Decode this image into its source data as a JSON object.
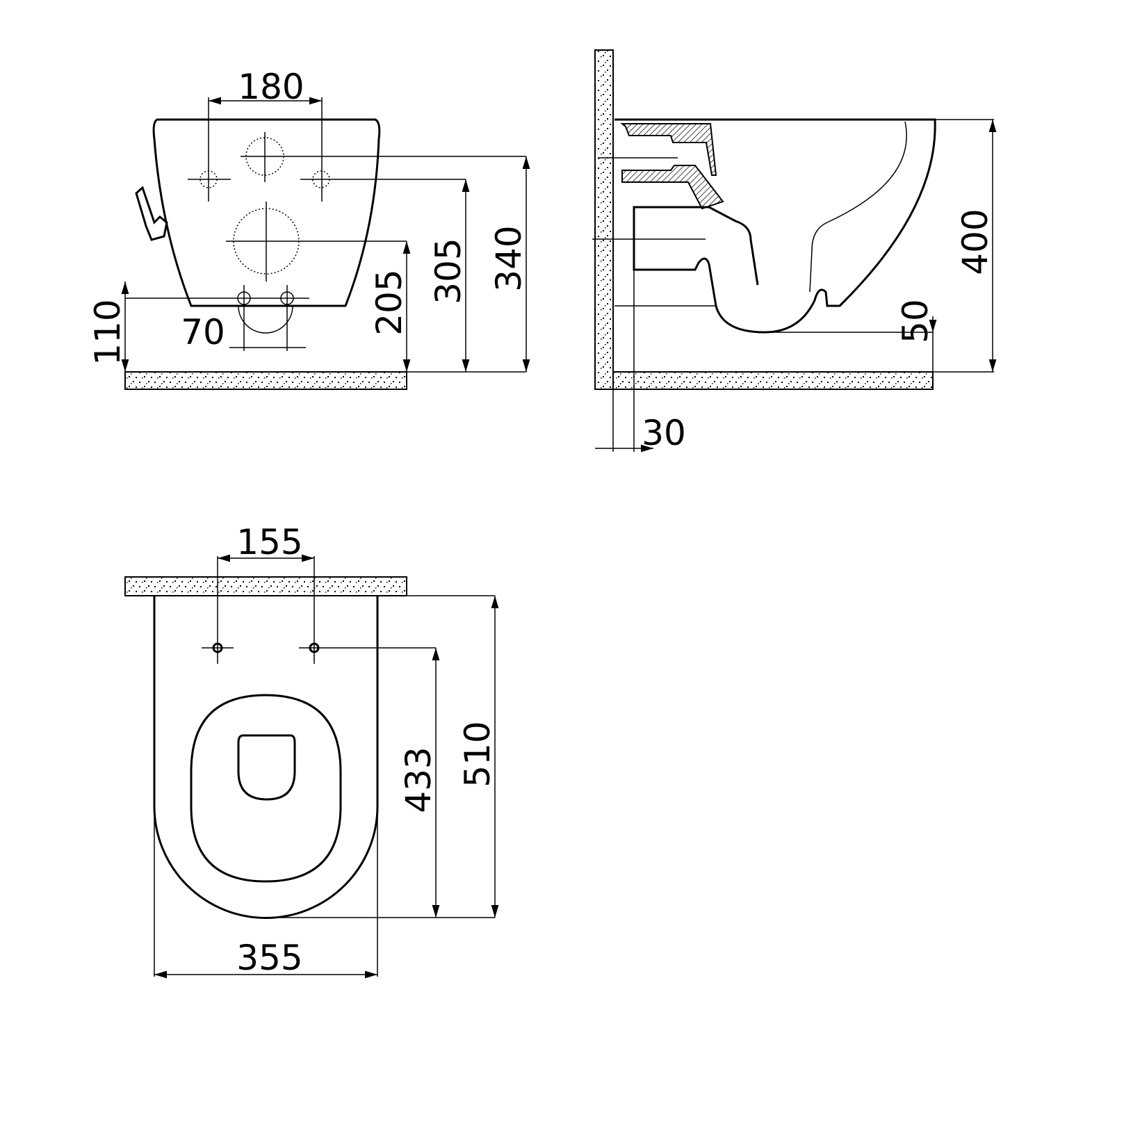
{
  "title": "Wall-hung toilet dimension drawing",
  "colors": {
    "line": "#000000",
    "background": "#ffffff"
  },
  "front_view": {
    "dims": {
      "holes_spacing": "180",
      "bottom_holes_spacing": "70",
      "bottom_holes_height": "110",
      "outlet_height": "205",
      "side_holes_height": "305",
      "inlet_height": "340"
    }
  },
  "side_view": {
    "dims": {
      "bowl_height": "400",
      "trap_clearance": "50",
      "wall_gap": "30"
    }
  },
  "top_view": {
    "dims": {
      "hinge_spacing": "155",
      "hinge_to_front": "433",
      "length": "510",
      "width": "355"
    }
  }
}
